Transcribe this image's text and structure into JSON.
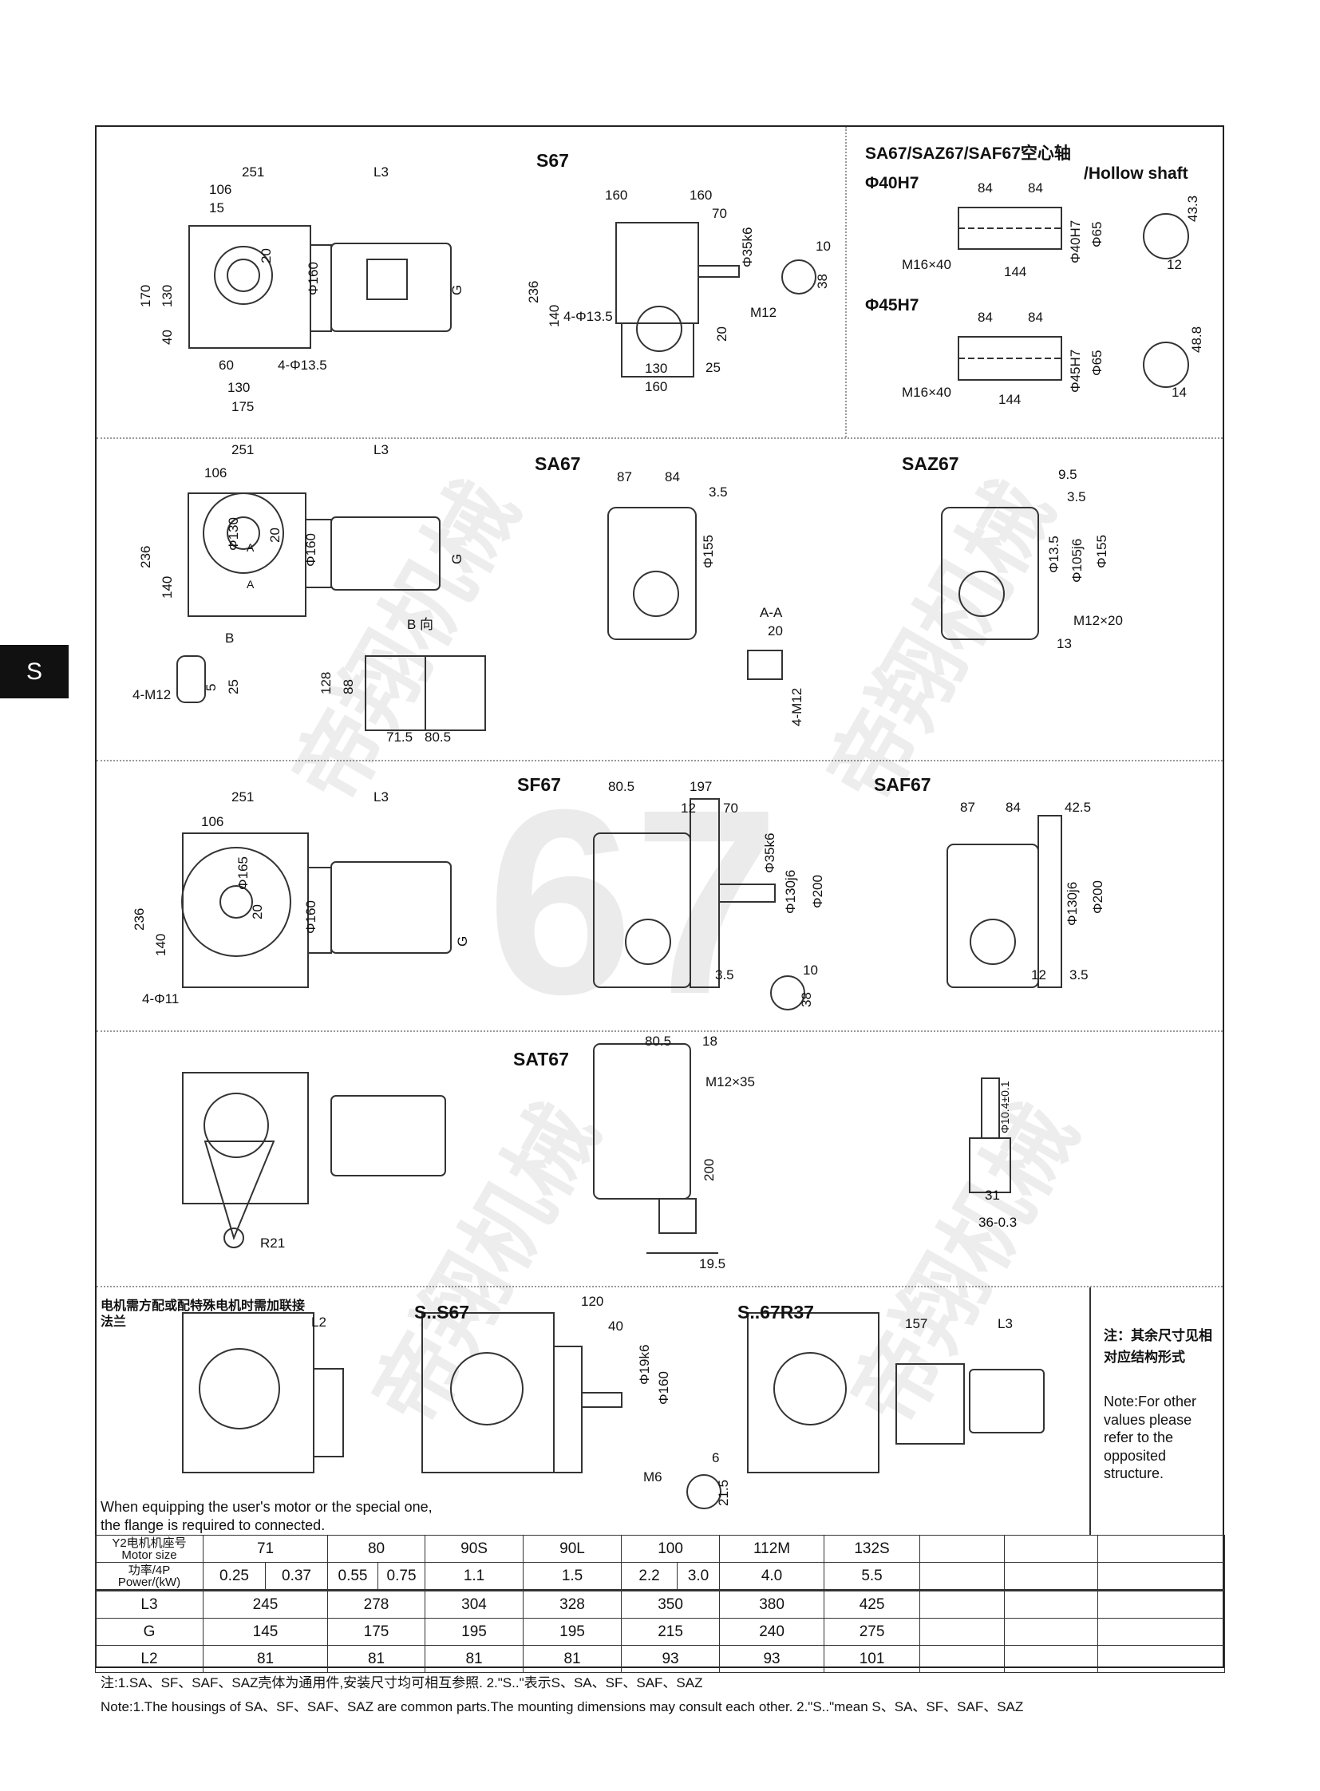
{
  "side_tab": "S",
  "watermark": [
    "帝翔机械",
    "帝翔机械",
    "帝翔机械",
    "帝翔机械"
  ],
  "watermark_number": "67",
  "r1": {
    "title": "S67",
    "side": [
      "251",
      "L3",
      "106",
      "15",
      "20",
      "170",
      "130",
      "40",
      "Φ160",
      "G",
      "60",
      "4-Φ13.5",
      "130",
      "175"
    ],
    "front": [
      "160",
      "160",
      "70",
      "Φ35k6",
      "10",
      "38",
      "236",
      "140",
      "4-Φ13.5",
      "M12",
      "20",
      "25",
      "130",
      "160"
    ],
    "hollow": {
      "title": "SA67/SAZ67/SAF67空心轴",
      "title_en": "/Hollow shaft",
      "a": [
        "Φ40H7",
        "84",
        "84",
        "Φ65",
        "Φ40H7",
        "M16×40",
        "144",
        "43.3",
        "12"
      ],
      "b": [
        "Φ45H7",
        "84",
        "84",
        "Φ65",
        "Φ45H7",
        "M16×40",
        "144",
        "48.8",
        "14"
      ]
    }
  },
  "r2": {
    "side": [
      "251",
      "L3",
      "106",
      "236",
      "140",
      "Φ130",
      "20",
      "Φ160",
      "G",
      "A",
      "A",
      "B",
      "5",
      "25",
      "4-M12",
      "B 向",
      "128",
      "88",
      "71.5",
      "80.5"
    ],
    "sa67": [
      "SA67",
      "87",
      "84",
      "3.5",
      "Φ155"
    ],
    "aa": [
      "A-A",
      "20",
      "4-M12"
    ],
    "saz67": [
      "SAZ67",
      "9.5",
      "3.5",
      "Φ13.5",
      "Φ105j6",
      "Φ155",
      "M12×20",
      "13"
    ]
  },
  "r3": {
    "side": [
      "251",
      "L3",
      "106",
      "Φ165",
      "20",
      "Φ160",
      "G",
      "236",
      "140",
      "4-Φ11"
    ],
    "sf67": [
      "SF67",
      "80.5",
      "197",
      "12",
      "70",
      "Φ35k6",
      "Φ130j6",
      "Φ200",
      "3.5",
      "10",
      "38"
    ],
    "saf67": [
      "SAF67",
      "87",
      "84",
      "42.5",
      "Φ130j6",
      "Φ200",
      "12",
      "3.5"
    ]
  },
  "r4": {
    "title": "SAT67",
    "labels": [
      "R21",
      "80.5",
      "18",
      "M12×35",
      "200",
      "19.5",
      "Φ10.4±0.1",
      "31",
      "36-0.3"
    ]
  },
  "r5": {
    "note_cn": "电机需方配或配特殊电机时需加联接法兰",
    "l2": "L2",
    "ss67": [
      "S..S67",
      "120",
      "40",
      "Φ19k6",
      "Φ160",
      "M6",
      "6",
      "21.5"
    ],
    "r37": [
      "S..67R37",
      "157",
      "L3"
    ],
    "note_en": "When equipping the user's motor or the special one, the flange is required to connected.",
    "side_note_cn": "注：其余尺寸见相对应结构形式",
    "side_note_en": "Note:For other values please refer to the opposited structure."
  },
  "table": {
    "motor_label_cn": "Y2电机机座号",
    "motor_label_en": "Motor size",
    "motor_sizes": [
      "71",
      "80",
      "90S",
      "90L",
      "100",
      "112M",
      "132S"
    ],
    "power_label_cn": "功率/4P",
    "power_label_en": "Power/(kW)",
    "powers": [
      "0.25",
      "0.37",
      "0.55",
      "0.75",
      "1.1",
      "1.5",
      "2.2",
      "3.0",
      "4.0",
      "5.5"
    ],
    "rows": [
      {
        "label": "L3",
        "values": [
          "245",
          "278",
          "304",
          "328",
          "350",
          "380",
          "425"
        ]
      },
      {
        "label": "G",
        "values": [
          "145",
          "175",
          "195",
          "195",
          "215",
          "240",
          "275"
        ]
      },
      {
        "label": "L2",
        "values": [
          "81",
          "81",
          "81",
          "81",
          "93",
          "93",
          "101"
        ]
      }
    ]
  },
  "footnote_cn": "注:1.SA、SF、SAF、SAZ壳体为通用件,安装尺寸均可相互参照. 2.\"S..\"表示S、SA、SF、SAF、SAZ",
  "footnote_en": "Note:1.The housings of SA、SF、SAF、SAZ are common parts.The mounting dimensions may consult each other. 2.\"S..\"mean S、SA、SF、SAF、SAZ"
}
